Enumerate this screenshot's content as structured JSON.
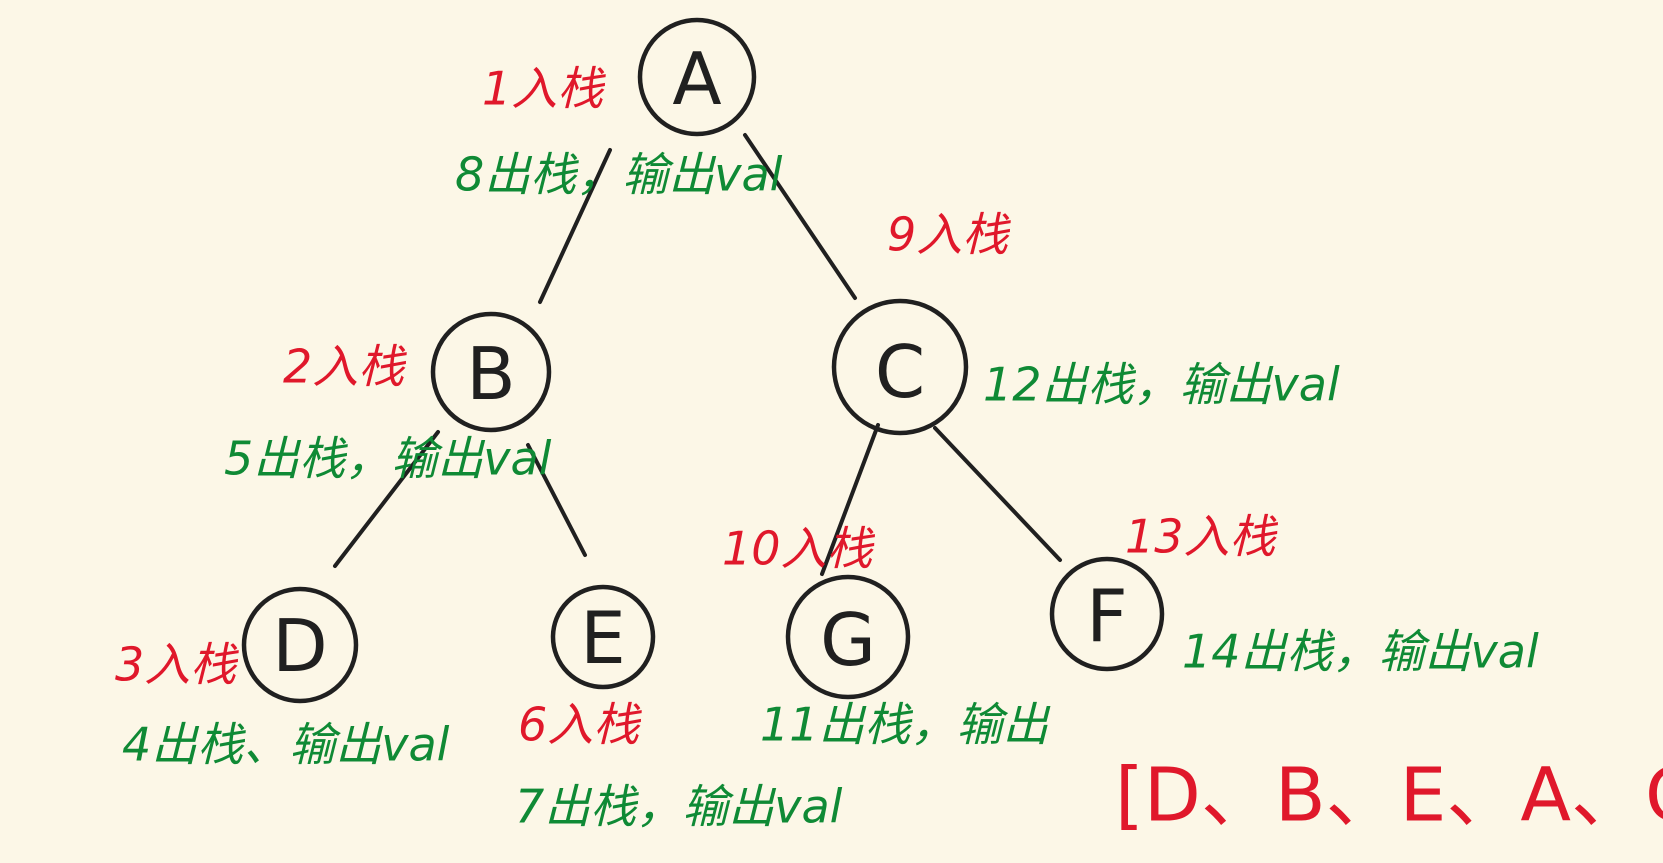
{
  "nodes": {
    "A": "A",
    "B": "B",
    "C": "C",
    "D": "D",
    "E": "E",
    "G": "G",
    "F": "F"
  },
  "labels": {
    "push_1": "1入栈",
    "pop_8": "8出栈，输出val",
    "push_9": "9入栈",
    "push_2": "2入栈",
    "pop_5": "5出栈，输出val",
    "pop_12": "12出栈，输出val",
    "push_10": "10入栈",
    "push_13": "13入栈",
    "push_3": "3入栈",
    "pop_4": "4出栈、输出val",
    "push_6": "6入栈",
    "pop_7": "7出栈，输出val",
    "pop_11": "11出栈，输出",
    "pop_14": "14出栈，输出val"
  },
  "result": "[D、B、E、A、G、C、F]",
  "colors": {
    "push": "#e0182b",
    "pop": "#0f8a35",
    "ink": "#202020",
    "background": "#fcf7e7"
  }
}
